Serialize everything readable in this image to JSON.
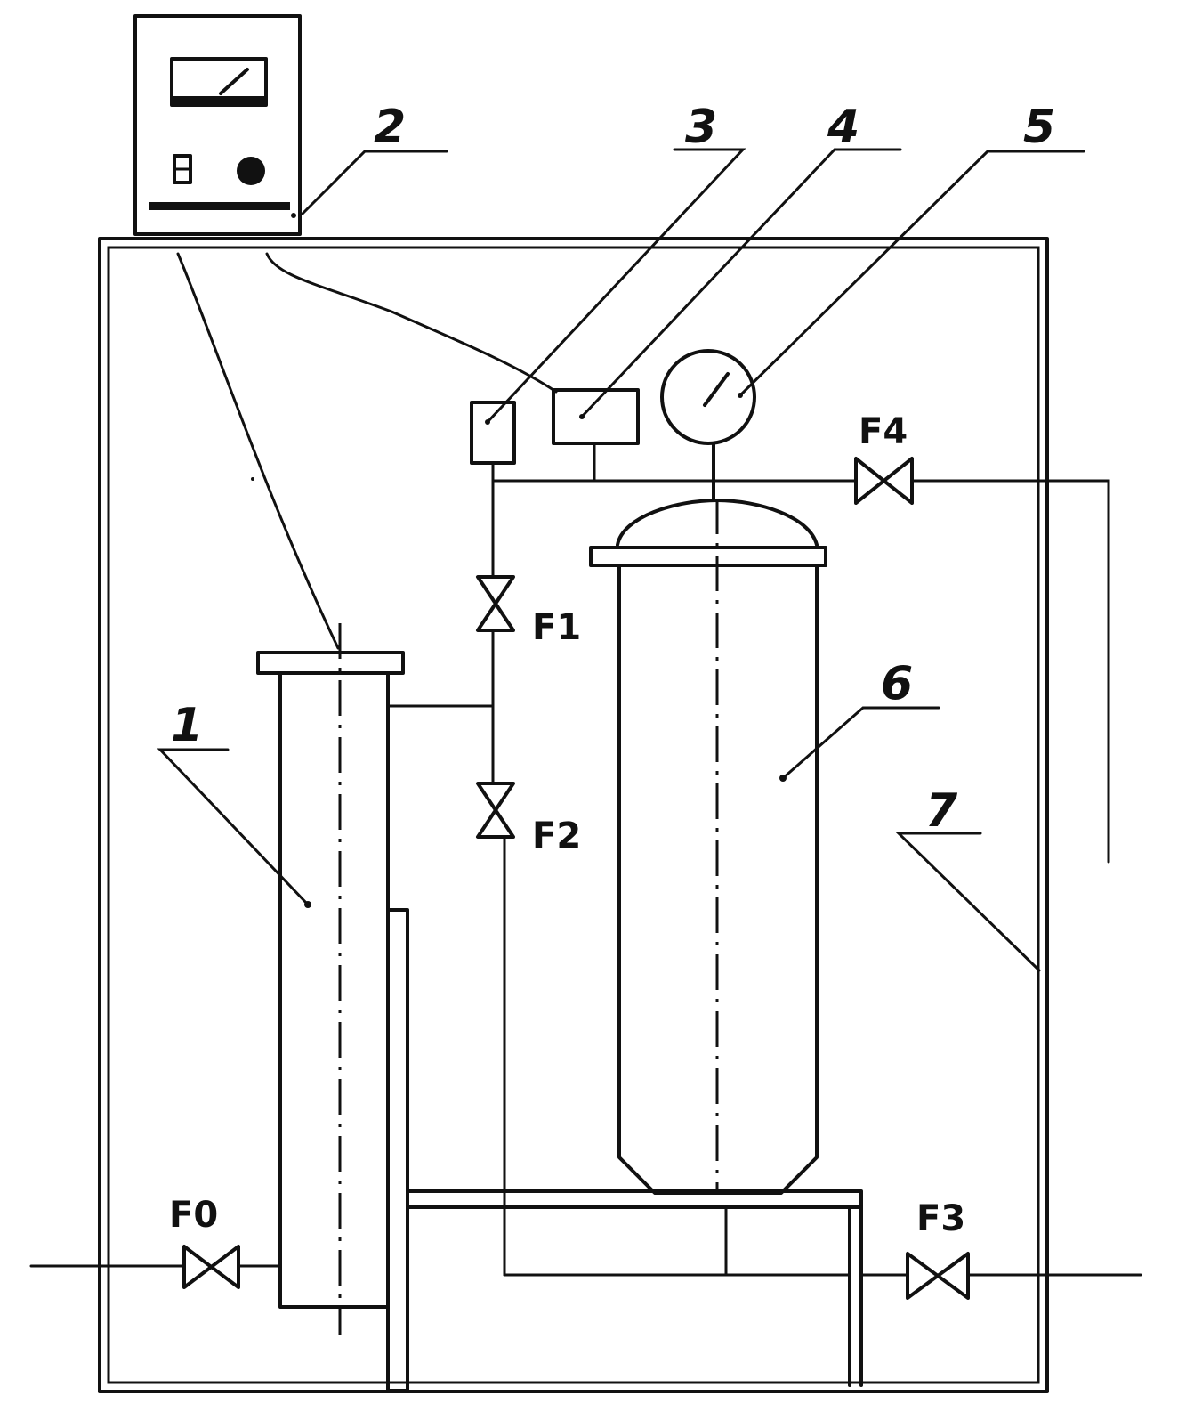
{
  "component_labels": {
    "c1": "1",
    "c2": "2",
    "c3": "3",
    "c4": "4",
    "c5": "5",
    "c6": "6",
    "c7": "7"
  },
  "valve_labels": {
    "F0": "F0",
    "F1": "F1",
    "F2": "F2",
    "F3": "F3",
    "F4": "F4"
  },
  "colors": {
    "ink": "#111111",
    "paper": "#ffffff"
  }
}
